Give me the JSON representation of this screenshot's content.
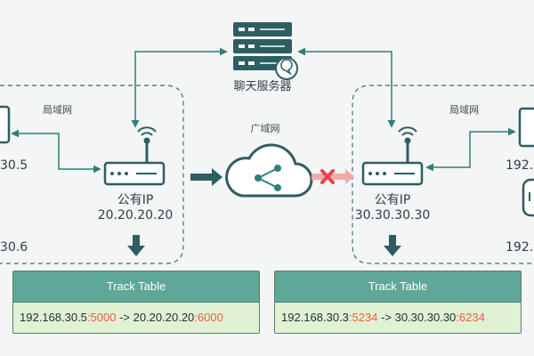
{
  "server": {
    "label": "聊天服务器",
    "icon": "server-stack-icon",
    "chat_icon": "chat-bubble-icon"
  },
  "wan": {
    "label": "广域网",
    "icon": "cloud-share-icon"
  },
  "left": {
    "lan_label": "局域网",
    "router_label": "公有IP",
    "router_ip": "20.20.20.20",
    "device1_ip": "30.5",
    "device2_ip": "30.6",
    "track": {
      "title": "Track Table",
      "src_ip": "192.168.30.5",
      "src_port": ":5000",
      "arrow": " -> ",
      "dst_ip": "20.20.20.20",
      "dst_port": ":6000"
    }
  },
  "right": {
    "lan_label": "局域网",
    "router_label": "公有IP",
    "router_ip": "30.30.30.30",
    "device1_ip": "192.",
    "device2_ip": "192.",
    "track": {
      "title": "Track Table",
      "src_ip": "192.168.30.3",
      "src_port": ":5234",
      "arrow": " -> ",
      "dst_ip": "30.30.30.30",
      "dst_port": ":6234"
    }
  },
  "colors": {
    "teal": "#2f7f7a",
    "dark": "#2d5e62",
    "dash": "#3a6e72",
    "block": "#e5484d",
    "port": "#e8604a",
    "header": "#5fa796",
    "row": "#e1f1d3"
  }
}
